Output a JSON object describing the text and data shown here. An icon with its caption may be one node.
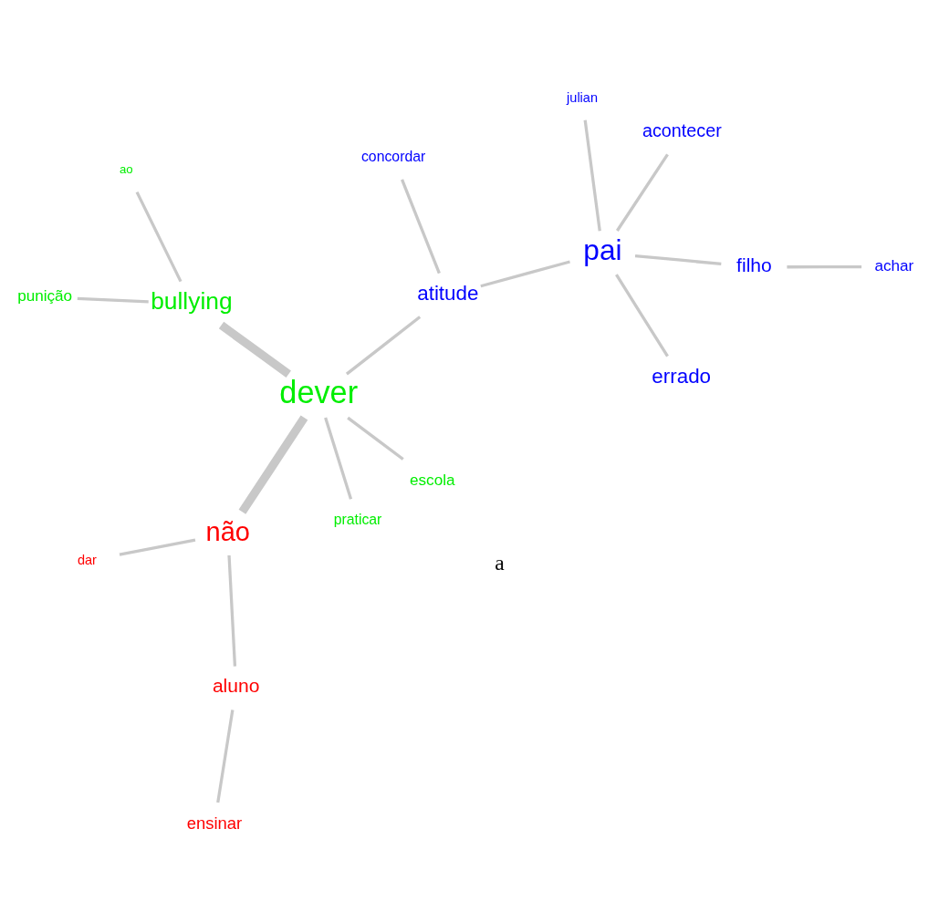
{
  "diagram": {
    "nodes": [
      {
        "text": [
          "ensinar"
        ]
      },
      {
        "text": [
          "dar"
        ]
      },
      {
        "text": [
          "aluno"
        ]
      },
      {
        "text": [
          "não"
        ]
      },
      {
        "text": [
          "ao"
        ]
      },
      {
        "text": [
          "punição"
        ]
      },
      {
        "text": [
          "bullying"
        ]
      },
      {
        "text": [
          "escola"
        ]
      },
      {
        "text": [
          "dever"
        ]
      },
      {
        "text": [
          "praticar"
        ]
      },
      {
        "text": [
          "atitude"
        ]
      },
      {
        "text": [
          "concordar"
        ]
      },
      {
        "text": [
          "pai"
        ]
      },
      {
        "text": [
          "acontecer"
        ]
      },
      {
        "text": [
          "julian"
        ]
      },
      {
        "text": [
          "errado"
        ]
      },
      {
        "text": [
          "filho"
        ]
      },
      {
        "text": [
          "achar"
        ]
      }
    ],
    "edges": [
      {
        "from": 8,
        "to": 3,
        "arrow": "none",
        "style": "thick"
      },
      {
        "from": 3,
        "to": 1,
        "arrow": "none"
      },
      {
        "from": 3,
        "to": 2,
        "arrow": "none"
      },
      {
        "from": 2,
        "to": 0,
        "arrow": "none"
      },
      {
        "from": 6,
        "to": 8,
        "arrow": "none",
        "style": "thick"
      },
      {
        "from": 5,
        "to": 6,
        "arrow": "none"
      },
      {
        "from": 4,
        "to": 6,
        "arrow": "none"
      },
      {
        "from": 7,
        "to": 8,
        "arrow": "none"
      },
      {
        "from": 8,
        "to": 9,
        "arrow": "none"
      },
      {
        "from": 8,
        "to": 10,
        "arrow": "none"
      },
      {
        "from": 10,
        "to": 11,
        "arrow": "none"
      },
      {
        "from": 10,
        "to": 12,
        "arrow": "none"
      },
      {
        "from": 12,
        "to": 14,
        "arrow": "none"
      },
      {
        "from": 12,
        "to": 15,
        "arrow": "none"
      },
      {
        "from": 12,
        "to": 13,
        "arrow": "none"
      },
      {
        "from": 12,
        "to": 16,
        "arrow": "none"
      },
      {
        "from": 16,
        "to": 17,
        "arrow": "none"
      }
    ],
    "labels": [
      "a"
    ]
  }
}
